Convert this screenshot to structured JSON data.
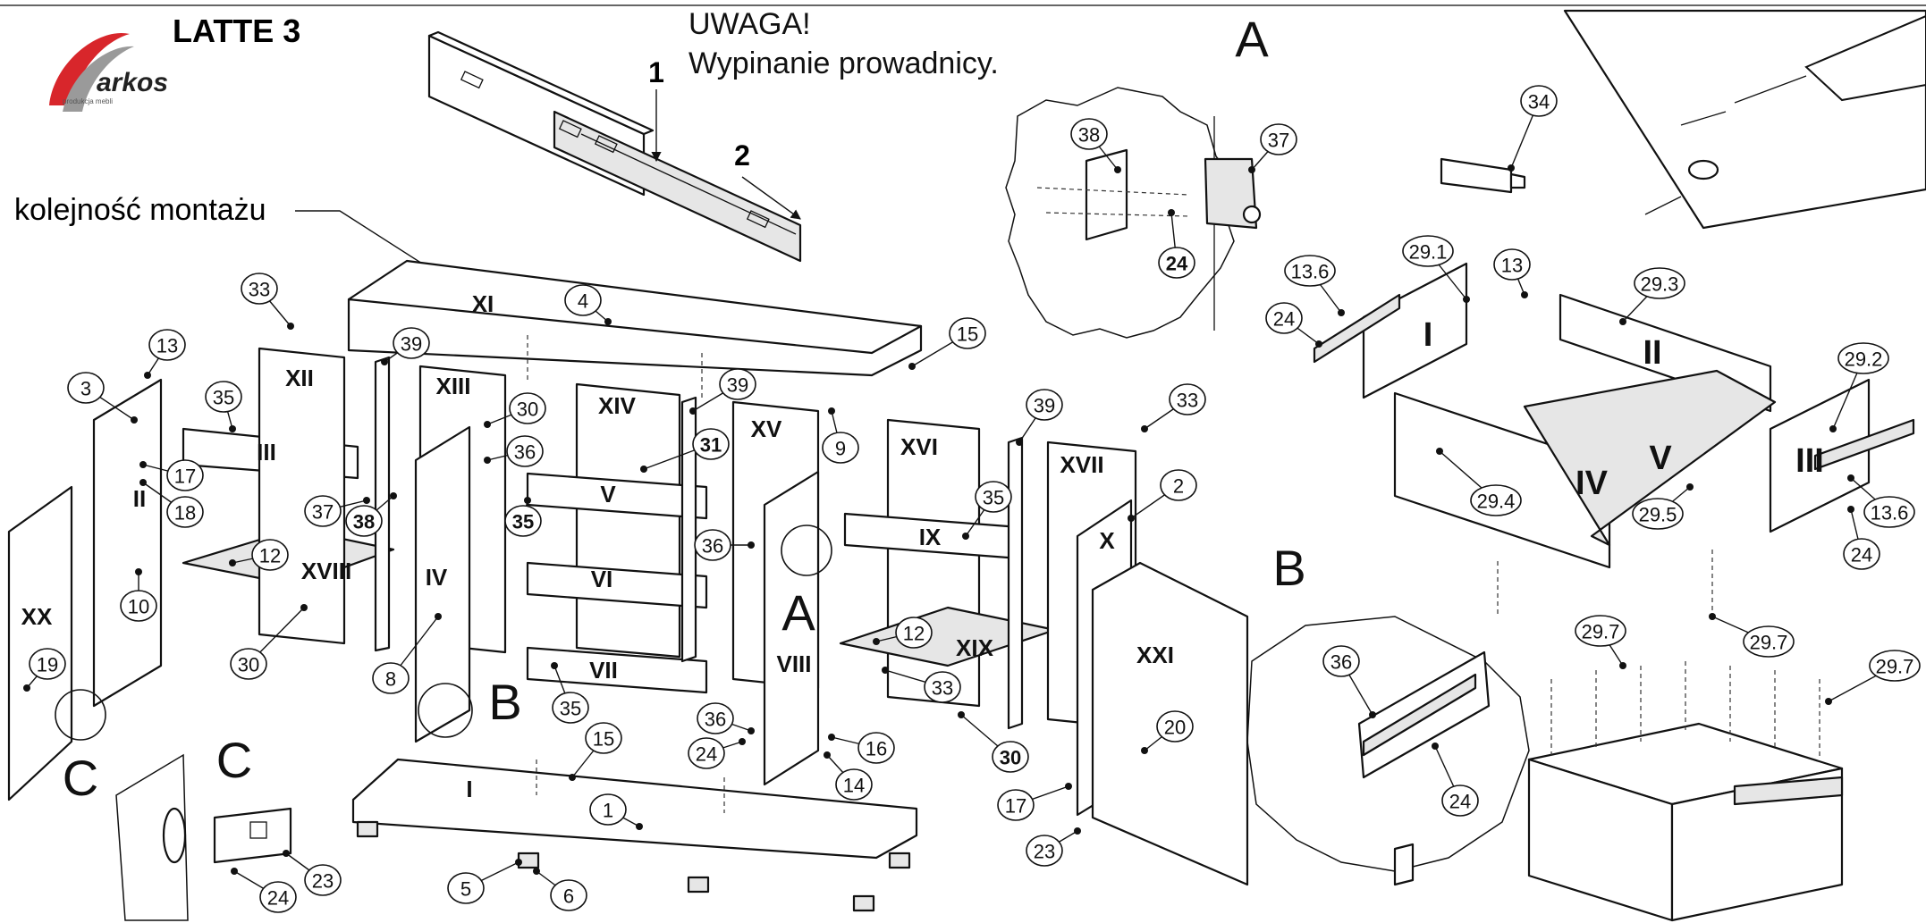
{
  "header": {
    "title": "LATTE 3",
    "warning_line1": "UWAGA!",
    "warning_line2": "Wypinanie prowadnicy.",
    "order_label": "kolejność montażu",
    "logo_brand": "arkos",
    "logo_tagline": "produkcja mebli"
  },
  "slide_steps": {
    "step1": "1",
    "step2": "2"
  },
  "detail_letters": {
    "A": "A",
    "B": "B",
    "C": "C"
  },
  "panels": {
    "I": "I",
    "II": "II",
    "III": "III",
    "IV": "IV",
    "V": "V",
    "VI": "VI",
    "VII": "VII",
    "VIII": "VIII",
    "IX": "IX",
    "X": "X",
    "XI": "XI",
    "XII": "XII",
    "XIII": "XIII",
    "XIV": "XIV",
    "XV": "XV",
    "XVI": "XVI",
    "XVII": "XVII",
    "XVIII": "XVIII",
    "XIX": "XIX",
    "XX": "XX",
    "XXI": "XXI"
  },
  "drawer_panels": {
    "I": "I",
    "II": "II",
    "III": "III",
    "IV": "IV",
    "V": "V"
  },
  "callouts": {
    "c1": "1",
    "c2": "2",
    "c3": "3",
    "c4": "4",
    "c5": "5",
    "c6": "6",
    "c8": "8",
    "c9": "9",
    "c10": "10",
    "c12": "12",
    "c13": "13",
    "c14": "14",
    "c15": "15",
    "c16": "16",
    "c17": "17",
    "c18": "18",
    "c19": "19",
    "c20": "20",
    "c23": "23",
    "c24": "24",
    "c30": "30",
    "c31": "31",
    "c33": "33",
    "c34": "34",
    "c35": "35",
    "c36": "36",
    "c37": "37",
    "c38": "38",
    "c39": "39",
    "c13_6": "13.6",
    "c29_1": "29.1",
    "c29_2": "29.2",
    "c29_3": "29.3",
    "c29_4": "29.4",
    "c29_5": "29.5",
    "c29_7": "29.7"
  },
  "colors": {
    "logo_red": "#d8262b",
    "line": "#111111",
    "panel_fill": "#ffffff"
  }
}
